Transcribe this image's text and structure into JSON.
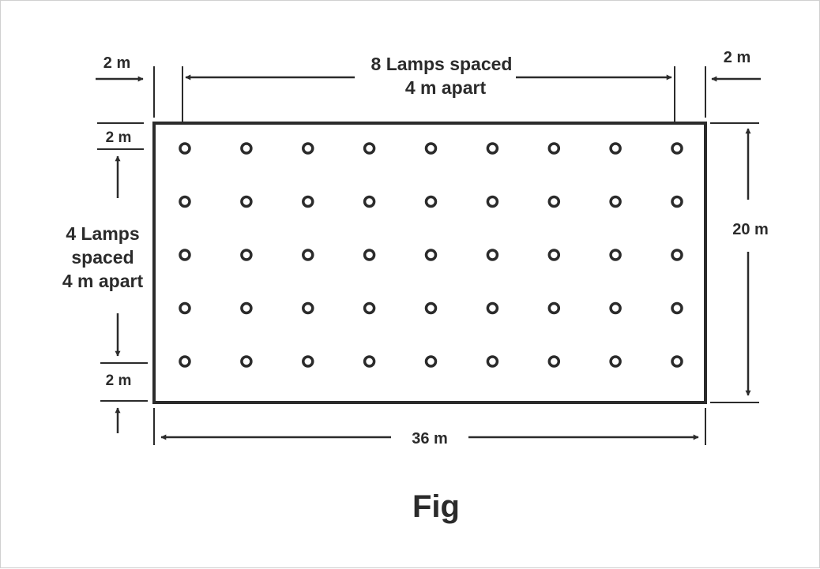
{
  "diagram": {
    "labels": {
      "top_left_margin": "2 m",
      "top_right_margin": "2 m",
      "top_spacing_line1": "8 Lamps spaced",
      "top_spacing_line2": "4 m apart",
      "left_top_margin": "2 m",
      "left_bottom_margin": "2 m",
      "left_spacing_line1": "4 Lamps",
      "left_spacing_line2": "spaced",
      "left_spacing_line3": "4 m apart",
      "right_width": "20 m",
      "bottom_length": "36 m"
    },
    "caption": "Fig",
    "lamp_grid": {
      "columns": 9,
      "rows": 5
    },
    "colors": {
      "ink": "#2b2b2b",
      "background": "#ffffff"
    }
  }
}
